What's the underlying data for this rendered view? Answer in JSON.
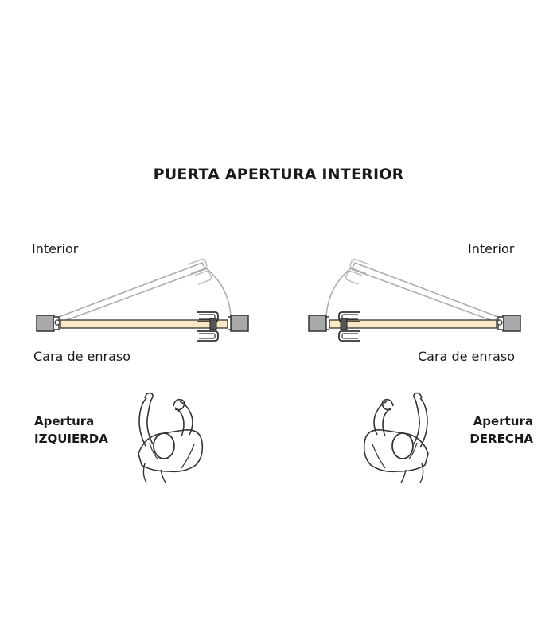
{
  "title": "PUERTA APERTURA INTERIOR",
  "left": {
    "side_label": "Interior",
    "face_label": "Cara de enraso",
    "opening_label_1": "Apertura",
    "opening_label_2": "IZQUIERDA"
  },
  "right": {
    "side_label": "Interior",
    "face_label": "Cara de enraso",
    "opening_label_1": "Apertura",
    "opening_label_2": "DERECHA"
  },
  "colors": {
    "door_leaf": "#f8e8c4",
    "frame": "#a9a9a9",
    "ghost_stroke": "#aaaaaa",
    "ink": "#222222"
  }
}
